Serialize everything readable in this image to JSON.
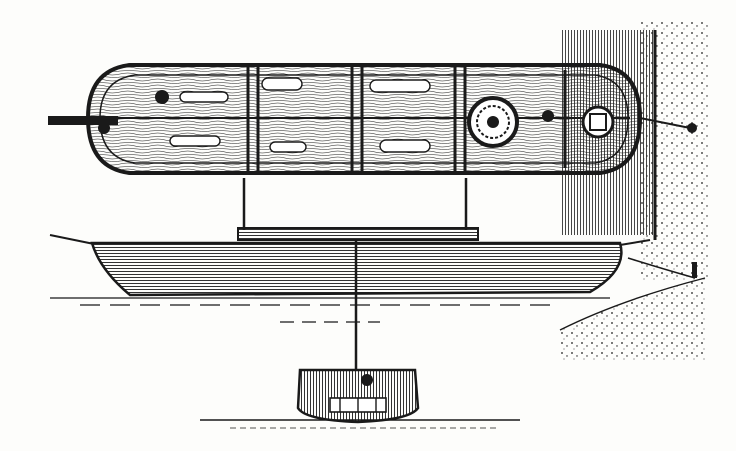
{
  "illustration": {
    "style": "black-and-white engraving",
    "ink_color": "#1a1a1a",
    "paper_color": "#fdfdfb",
    "parts": [
      "top-view-hull",
      "side-view-hull",
      "end-view-hull",
      "hull-frames",
      "hatch-wheel",
      "propeller-crank",
      "spar-pole",
      "mooring-rope",
      "dock-wall",
      "water-surface",
      "seabed-ground",
      "suspension-lines"
    ]
  }
}
